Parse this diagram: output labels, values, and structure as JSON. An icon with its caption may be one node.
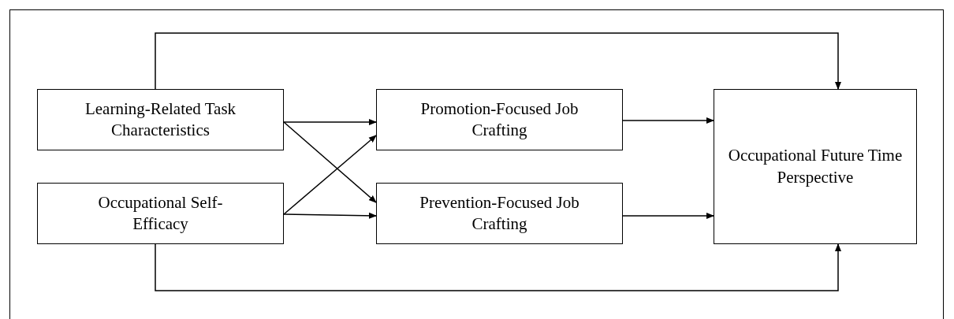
{
  "diagram": {
    "nodes": [
      {
        "text": [
          "Learning-Related Task Characteristics"
        ]
      },
      {
        "text": [
          "Occupational Self-Efficacy"
        ]
      },
      {
        "text": [
          "Promotion-Focused Job Crafting"
        ]
      },
      {
        "text": [
          "Prevention-Focused Job Crafting"
        ]
      },
      {
        "text": [
          "Occupational Future Time Perspective"
        ]
      }
    ],
    "edges": [
      {
        "from": 0,
        "to": 4,
        "arrow": "to"
      },
      {
        "from": 0,
        "to": 2,
        "arrow": "to"
      },
      {
        "from": 0,
        "to": 3,
        "arrow": "to"
      },
      {
        "from": 1,
        "to": 2,
        "arrow": "to"
      },
      {
        "from": 1,
        "to": 3,
        "arrow": "to"
      },
      {
        "from": 2,
        "to": 4,
        "arrow": "to"
      },
      {
        "from": 3,
        "to": 4,
        "arrow": "to"
      },
      {
        "from": 1,
        "to": 4,
        "arrow": "to"
      }
    ]
  }
}
